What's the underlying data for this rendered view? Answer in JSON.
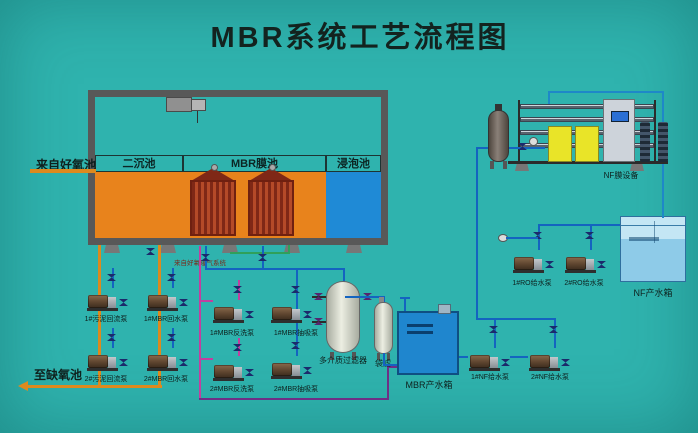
{
  "title": "MBR系统工艺流程图",
  "building": {
    "tank_labels": [
      "二沉池",
      "MBR膜池",
      "浸泡池"
    ],
    "aeration_note": "来自好氧曝气系统"
  },
  "annotations": {
    "from_aerobic": "来自好氧池",
    "to_anoxic": "至缺氧池"
  },
  "pumps": [
    {
      "id": "sludge-return-1",
      "label": "1#污泥回流泵"
    },
    {
      "id": "mbr-return-1",
      "label": "1#MBR回水泵"
    },
    {
      "id": "sludge-return-2",
      "label": "2#污泥回流泵"
    },
    {
      "id": "mbr-return-2",
      "label": "2#MBR回水泵"
    },
    {
      "id": "mbr-backwash-1",
      "label": "1#MBR反洗泵"
    },
    {
      "id": "mbr-suction-1",
      "label": "1#MBR抽吸泵"
    },
    {
      "id": "mbr-backwash-2",
      "label": "2#MBR反洗泵"
    },
    {
      "id": "mbr-suction-2",
      "label": "2#MBR抽吸泵"
    },
    {
      "id": "ro-feed-1",
      "label": "1#RO给水泵"
    },
    {
      "id": "ro-feed-2",
      "label": "2#RO给水泵"
    },
    {
      "id": "nf-feed-1",
      "label": "1#NF给水泵"
    },
    {
      "id": "nf-feed-2",
      "label": "2#NF给水泵"
    }
  ],
  "equipment": {
    "multimedia_filter": "多介质过滤器",
    "bag_filter": "袋滤",
    "mbr_product_tank": "MBR产水箱",
    "nf_product_tank": "NF产水箱",
    "nf_unit": "NF膜设备"
  },
  "colors": {
    "background": "#2FB3AE",
    "tank_orange": "#E8831C",
    "soak_tank_blue": "#1F8AD6",
    "pipe_blue": "#1464C0",
    "pipe_pink": "#C23FA0",
    "pipe_purple": "#6E2F86",
    "pipe_orange": "#DD8A1E",
    "membrane_red": "#7F2816",
    "product_tank_blue": "#1F86CE",
    "yellow_tank": "#E9E428"
  }
}
